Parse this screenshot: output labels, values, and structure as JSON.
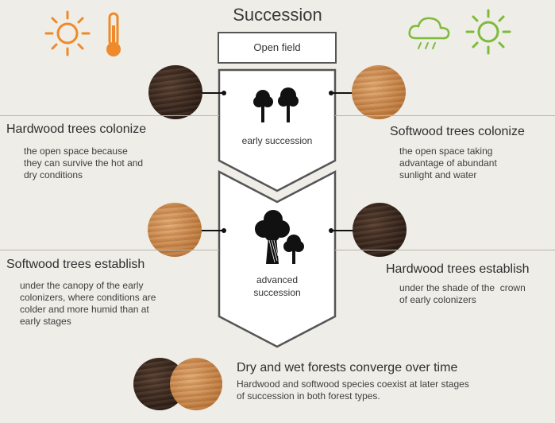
{
  "title": "Succession",
  "open_field": "Open field",
  "stages": {
    "early": "early succession",
    "advanced": "advanced\nsuccession"
  },
  "early_left": {
    "heading": "Hardwood trees colonize",
    "lines": [
      "the open space because",
      "they can survive the hot and",
      "dry conditions"
    ]
  },
  "early_right": {
    "heading": "Softwood trees colonize",
    "lines": [
      "the open space taking",
      "advantage of abundant",
      "sunlight and water"
    ]
  },
  "adv_left": {
    "heading": "Softwood trees establish",
    "lines": [
      "under the canopy of the early",
      "colonizers, where conditions are",
      "colder and more humid than at",
      "early stages"
    ]
  },
  "adv_right": {
    "heading": "Hardwood trees establish",
    "lines": [
      "under the shade of the  crown",
      "of early colonizers"
    ]
  },
  "converge": {
    "heading": "Dry and wet forests converge over time",
    "lines": [
      "Hardwood and softwood species coexist at later stages",
      "of succession in both forest types."
    ]
  },
  "colors": {
    "hardwood": "#3b2a1f",
    "softwood": "#c98a4b",
    "hot_accent": "#ef8a2a",
    "wet_accent": "#7dbb3a"
  },
  "icons": [
    "sun-icon",
    "thermometer-icon",
    "rain-cloud-icon",
    "sun-green-icon",
    "trees-icon",
    "big-trees-icon"
  ]
}
